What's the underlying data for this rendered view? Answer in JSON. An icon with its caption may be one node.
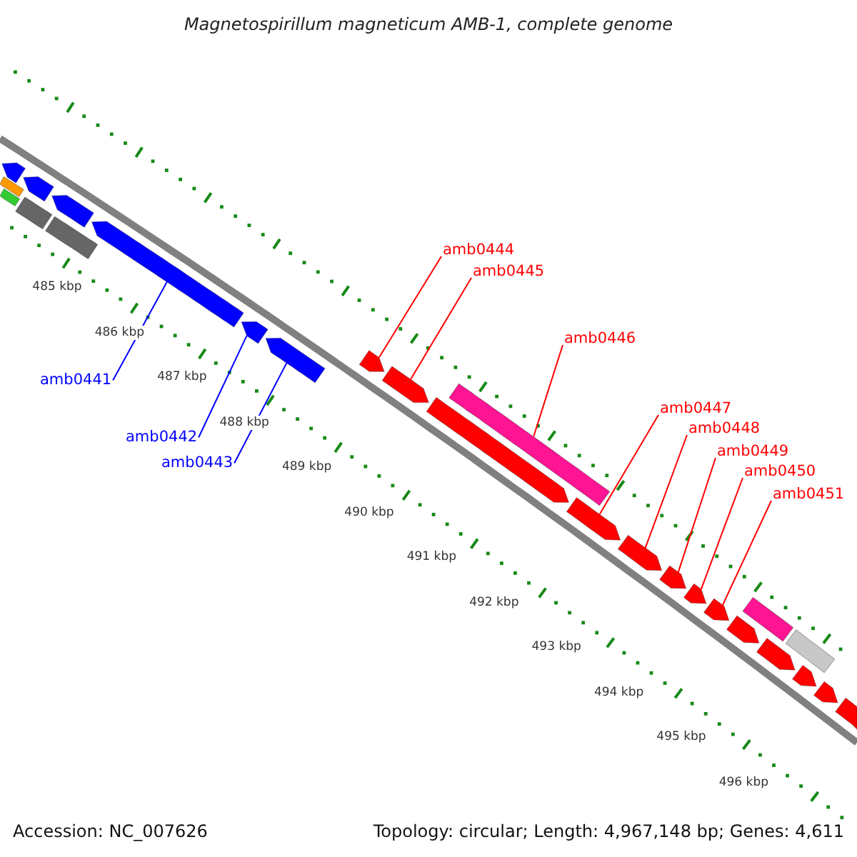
{
  "diagram": {
    "title": "Magnetospirillum magneticum AMB-1, complete genome",
    "nodes": [
      {
        "text": [
          "amb0441"
        ]
      },
      {
        "text": [
          "amb0442"
        ]
      },
      {
        "text": [
          "amb0443"
        ]
      },
      {
        "text": [
          "amb0444"
        ]
      },
      {
        "text": [
          "amb0445"
        ]
      },
      {
        "text": [
          "amb0446"
        ]
      },
      {
        "text": [
          "amb0447"
        ]
      },
      {
        "text": [
          "amb0448"
        ]
      },
      {
        "text": [
          "amb0449"
        ]
      },
      {
        "text": [
          "amb0450"
        ]
      },
      {
        "text": [
          "amb0451"
        ]
      },
      {
        "text": [],
        "shape": "bar"
      },
      {
        "text": [],
        "shape": "bar"
      },
      {
        "text": [],
        "shape": "arrow"
      },
      {
        "text": [],
        "shape": "bar"
      },
      {
        "text": [],
        "shape": "arrow"
      },
      {
        "text": [],
        "shape": "bar"
      },
      {
        "text": [],
        "shape": "arrow"
      },
      {
        "text": [],
        "shape": "arrow"
      },
      {
        "text": [],
        "shape": "arrow"
      },
      {
        "text": [],
        "shape": "arrow"
      },
      {
        "text": [],
        "shape": "arrow"
      },
      {
        "text": [],
        "shape": "arrow"
      },
      {
        "text": [],
        "shape": "arrow"
      },
      {
        "text": [],
        "shape": "bar"
      },
      {
        "text": [],
        "shape": "arrow"
      },
      {
        "text": [],
        "shape": "arrow"
      },
      {
        "text": [],
        "shape": "arrow"
      },
      {
        "text": [],
        "shape": "arrow"
      },
      {
        "text": [],
        "shape": "arrow"
      },
      {
        "text": [],
        "shape": "arrow"
      },
      {
        "text": [],
        "shape": "bar"
      },
      {
        "text": [],
        "shape": "arrow"
      },
      {
        "text": [],
        "shape": "bar"
      },
      {
        "text": [],
        "shape": "arrow"
      },
      {
        "text": [],
        "shape": "arrow"
      },
      {
        "text": [],
        "shape": "arrow"
      }
    ],
    "edges": [
      {
        "from": 0,
        "to": 18,
        "arrow": "none",
        "color": "#0000ff"
      },
      {
        "from": 1,
        "to": 19,
        "arrow": "none",
        "color": "#0000ff"
      },
      {
        "from": 2,
        "to": 20,
        "arrow": "none",
        "color": "#0000ff"
      },
      {
        "from": 3,
        "to": 21,
        "arrow": "none"
      },
      {
        "from": 4,
        "to": 22,
        "arrow": "none"
      },
      {
        "from": 5,
        "to": 24,
        "arrow": "none"
      },
      {
        "from": 6,
        "to": 25,
        "arrow": "none"
      },
      {
        "from": 7,
        "to": 26,
        "arrow": "none"
      },
      {
        "from": 8,
        "to": 27,
        "arrow": "none"
      },
      {
        "from": 9,
        "to": 28,
        "arrow": "none"
      },
      {
        "from": 10,
        "to": 29,
        "arrow": "none"
      }
    ],
    "labels": [
      "485 kbp",
      "486 kbp",
      "487 kbp",
      "488 kbp",
      "489 kbp",
      "490 kbp",
      "491 kbp",
      "492 kbp",
      "493 kbp",
      "494 kbp",
      "495 kbp",
      "496 kbp",
      "Accession: NC_007626",
      "Topology: circular; Length: 4,967,148 bp; Genes: 4,611"
    ]
  }
}
